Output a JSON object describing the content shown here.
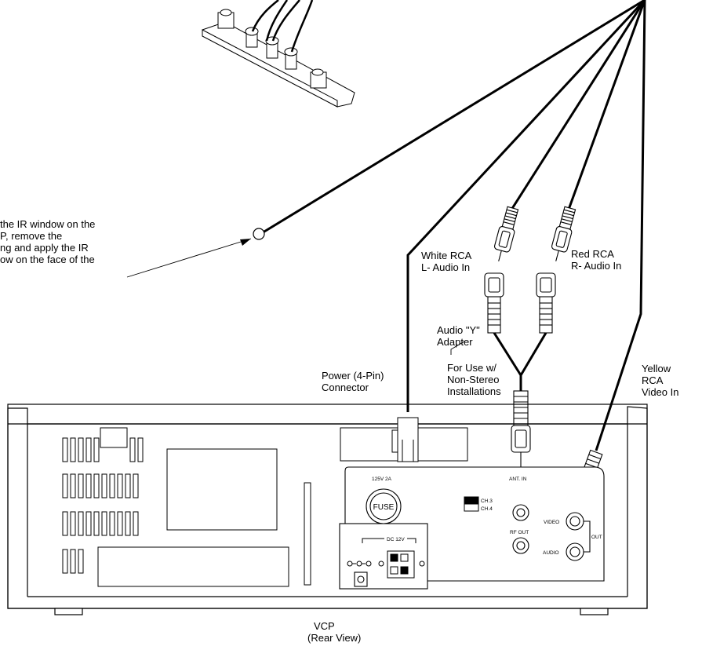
{
  "labels": {
    "ir_note": [
      "the IR window on the",
      "P, remove the",
      "ng and apply the IR",
      "ow on the face of the"
    ],
    "white_rca": [
      "White RCA",
      "L- Audio In"
    ],
    "red_rca": [
      "Red RCA",
      "R- Audio In"
    ],
    "audio_y": [
      "Audio \"Y\"",
      "Adapter"
    ],
    "for_use": [
      "For Use w/",
      "Non-Stereo",
      "Installations"
    ],
    "power": [
      "Power (4-Pin)",
      "Connector"
    ],
    "yellow_rca": [
      "Yellow",
      "RCA",
      "Video In"
    ],
    "vcp": [
      "VCP",
      "(Rear View)"
    ]
  },
  "panel": {
    "fuse_rating": "125V 2A",
    "fuse": "FUSE",
    "ant_in": "ANT. IN",
    "rf_out": "RF OUT",
    "ch3": "CH.3",
    "ch4": "CH.4",
    "video": "VIDEO",
    "audio": "AUDIO",
    "out": "OUT",
    "dc": "DC 12V"
  }
}
